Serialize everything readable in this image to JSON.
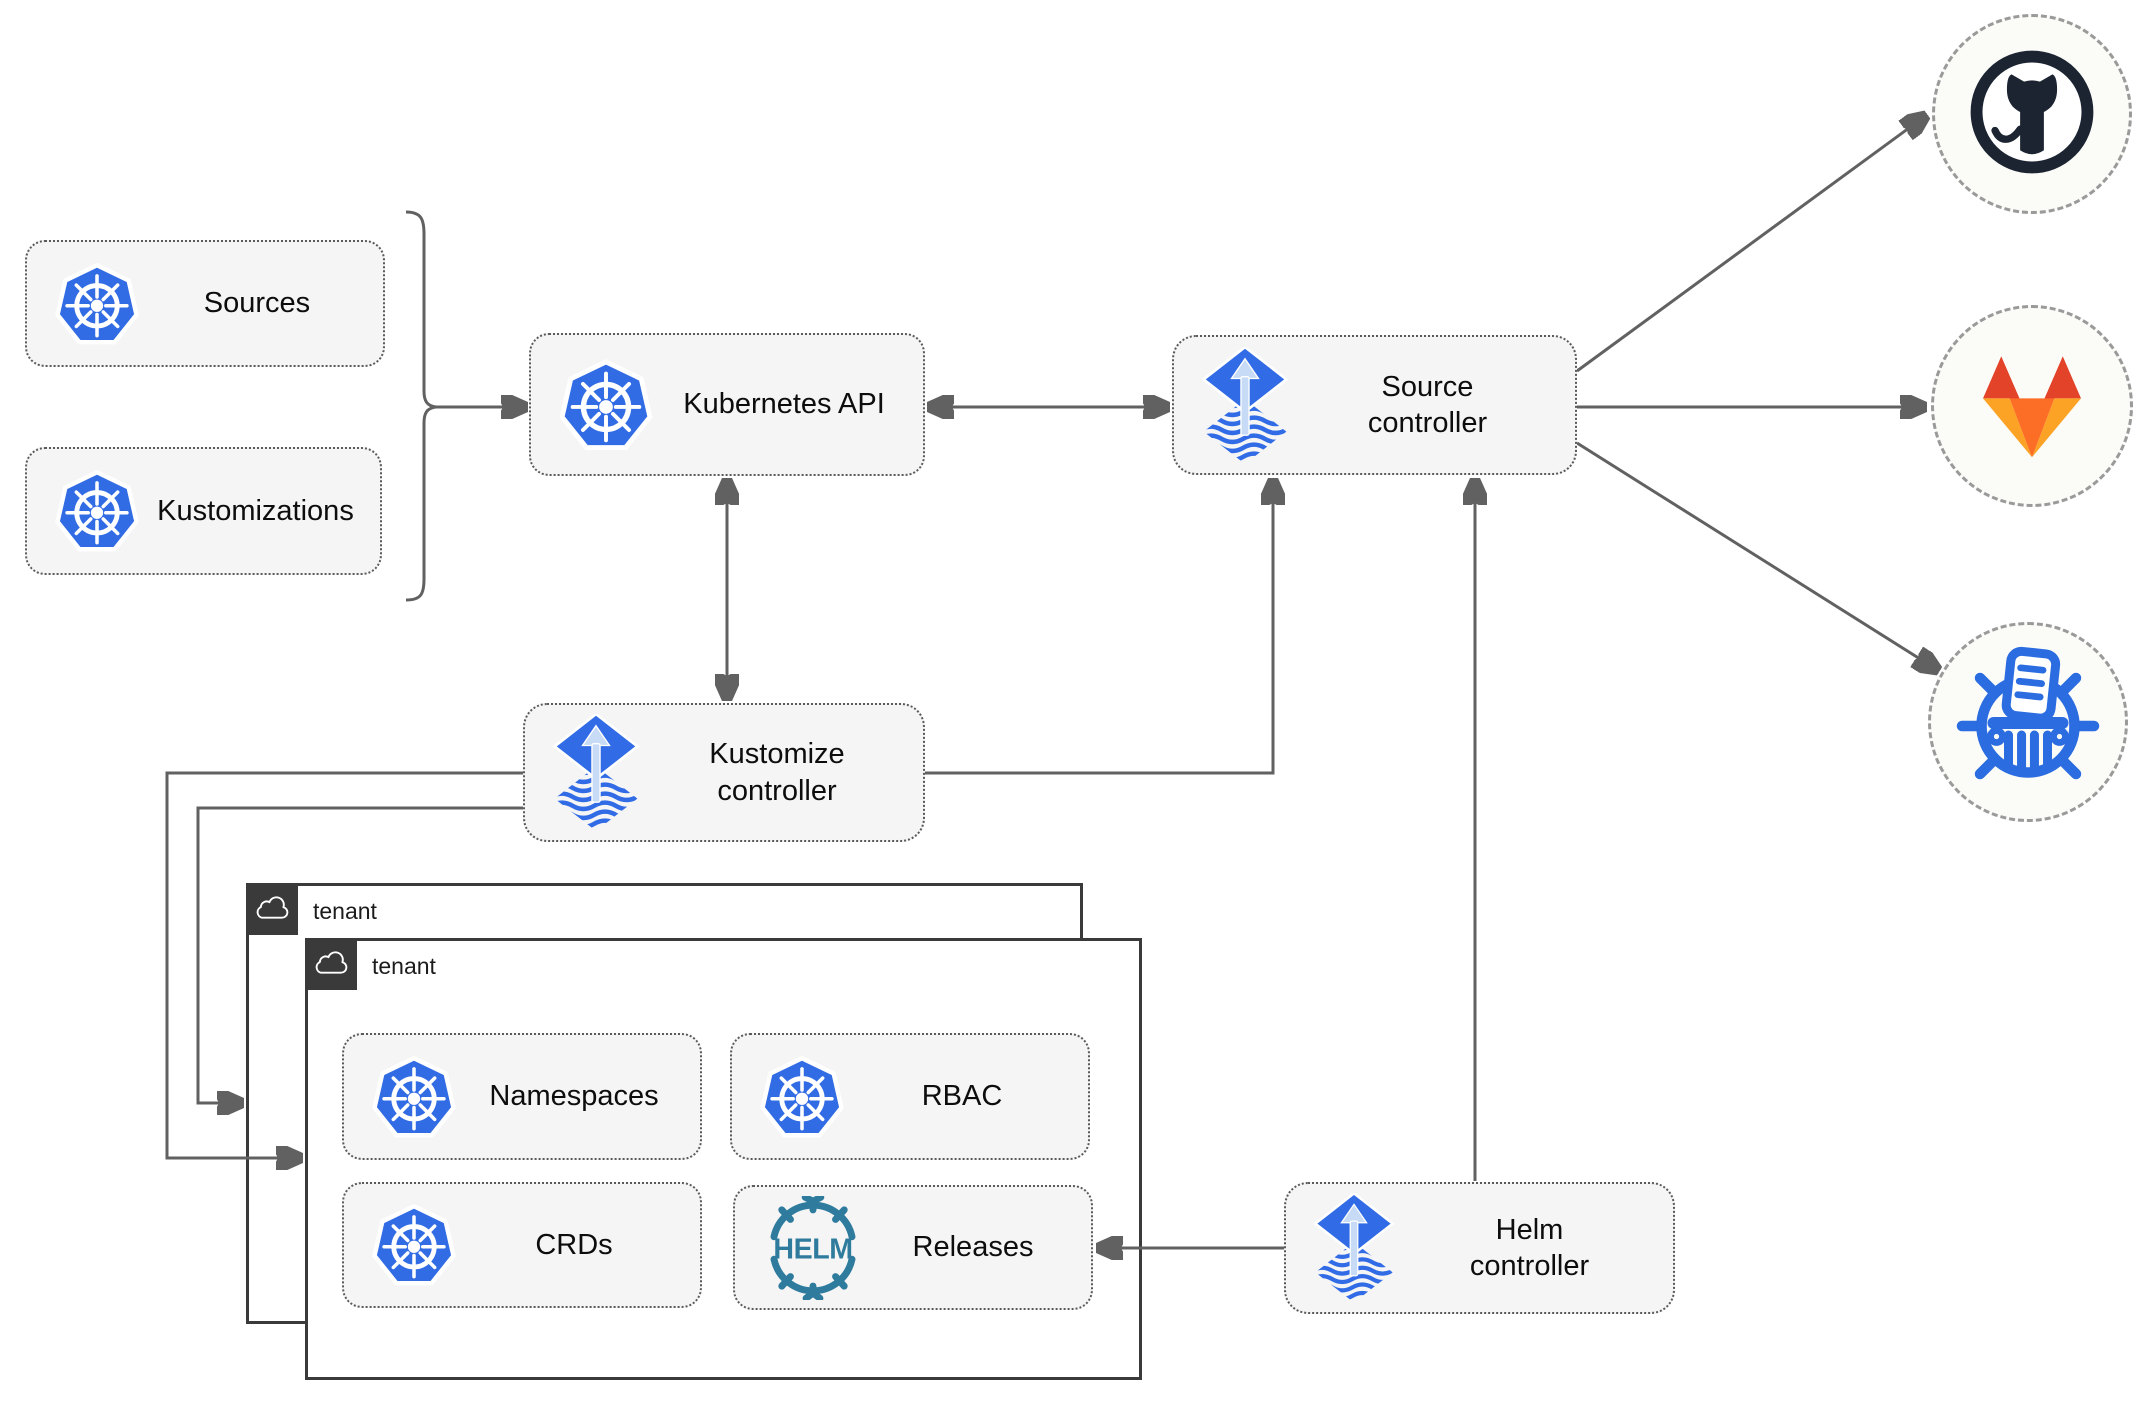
{
  "nodes": {
    "sources": {
      "label": "Sources"
    },
    "kustomizations": {
      "label": "Kustomizations"
    },
    "kubernetes_api": {
      "label": "Kubernetes API"
    },
    "source_controller": {
      "label": "Source\ncontroller"
    },
    "kustomize_controller": {
      "label": "Kustomize\ncontroller"
    },
    "helm_controller": {
      "label": "Helm\ncontroller"
    },
    "namespaces": {
      "label": "Namespaces"
    },
    "rbac": {
      "label": "RBAC"
    },
    "crds": {
      "label": "CRDs"
    },
    "releases": {
      "label": "Releases"
    }
  },
  "tenants": {
    "outer": {
      "label": "tenant"
    },
    "inner": {
      "label": "tenant"
    }
  },
  "wordmarks": {
    "helm": "HELM"
  },
  "icons": {
    "kubernetes": "kubernetes-icon",
    "flux": "flux-icon",
    "helm": "helm-icon",
    "github": "github-icon",
    "gitlab": "gitlab-icon",
    "chartmuseum": "chartmuseum-icon",
    "cloud": "cloud-icon"
  },
  "colors": {
    "k8s_blue": "#326CE5",
    "flux_blue": "#316CE6",
    "flux_arrow": "#C7DBF6",
    "helm_teal": "#2E7B9D",
    "cm_blue": "#2B6CE0",
    "gh_dark": "#1B2430",
    "gitlab_red": "#E24329",
    "gitlab_orange": "#FC6D26",
    "gitlab_amber": "#FCA326",
    "line_gray": "#616161",
    "node_bg": "#F5F5F5",
    "node_border": "#5A5A5A",
    "tenant_border": "#3A3A3A",
    "tenant_tab": "#3A3A3A",
    "circle_bg": "#FBFBF8",
    "circle_border": "#9A9A9A"
  }
}
